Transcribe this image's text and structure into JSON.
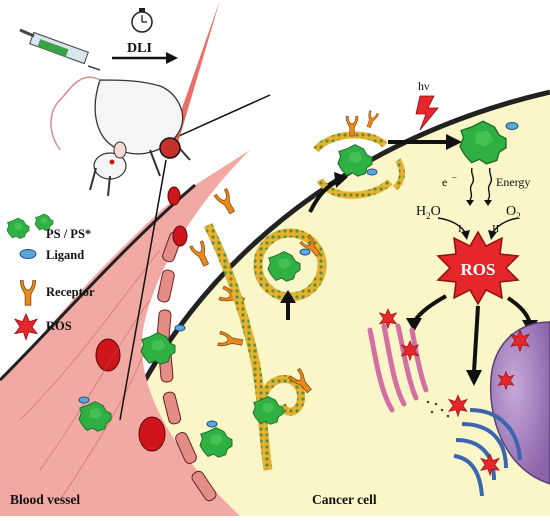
{
  "diagram": {
    "top": {
      "timer_icon": "stopwatch-icon",
      "dli": "DLI",
      "light_symbol": "hν"
    },
    "legend": [
      {
        "label": "PS / PS*",
        "icon": "photosensitizer-icon"
      },
      {
        "label": "Ligand",
        "icon": "ligand-icon"
      },
      {
        "label": "Receptor",
        "icon": "receptor-icon"
      },
      {
        "label": "ROS",
        "icon": "ros-star-icon"
      }
    ],
    "pathway": {
      "electron": "e",
      "energy": "Energy",
      "h2o_main": "H",
      "h2o_sub": "2",
      "h2o_end": "O",
      "o2_main": "O",
      "o2_sub": "2",
      "type1": "I",
      "type2": "II",
      "ros": "ROS"
    },
    "labels": {
      "blood_vessel": "Blood vessel",
      "cancer_cell": "Cancer cell"
    },
    "colors": {
      "ps_green": "#2fb043",
      "ligand_blue": "#5aa6df",
      "receptor_orange": "#e8891e",
      "ros_red": "#e5262a",
      "cytoplasm": "#fbf6c8",
      "vessel_pink": "#f2a9a4",
      "nucleus_purple": "#9e7ab8",
      "er_blue": "#3a66ad",
      "golgi_pink": "#d36fa2"
    }
  }
}
